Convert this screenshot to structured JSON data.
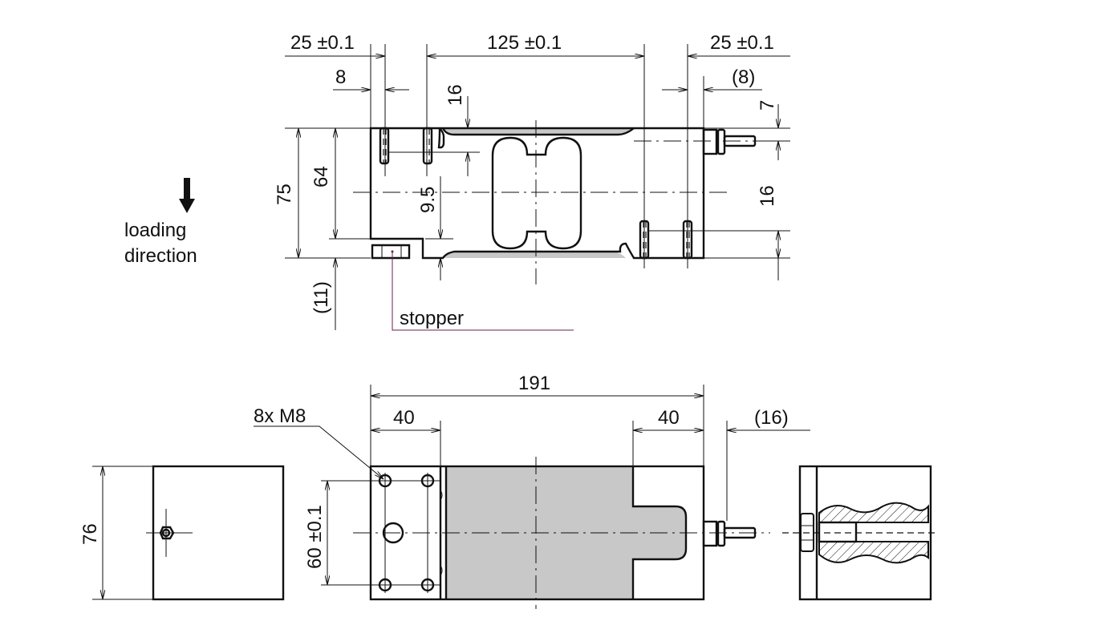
{
  "title": "Load cell dimensional drawing",
  "colors": {
    "line": "#111111",
    "fill_gray": "#c8c8c8",
    "leader": "#6b1f4a"
  },
  "top_view": {
    "dim_left": "25 ±0.1",
    "dim_center": "125 ±0.1",
    "dim_right": "25 ±0.1",
    "dim_8": "8",
    "dim_8_paren": "(8)",
    "dim_16_top": "16",
    "dim_7": "7",
    "dim_75": "75",
    "dim_64": "64",
    "dim_9_5": "9.5",
    "dim_16_right": "16",
    "dim_11": "(11)",
    "stopper_label": "stopper"
  },
  "loading": {
    "line1": "loading",
    "line2": "direction"
  },
  "bottom_view": {
    "dim_191": "191",
    "dim_40_left": "40",
    "dim_40_right": "40",
    "dim_16_paren": "(16)",
    "holes_label": "8x M8",
    "dim_60": "60 ±0.1",
    "dim_76": "76"
  }
}
